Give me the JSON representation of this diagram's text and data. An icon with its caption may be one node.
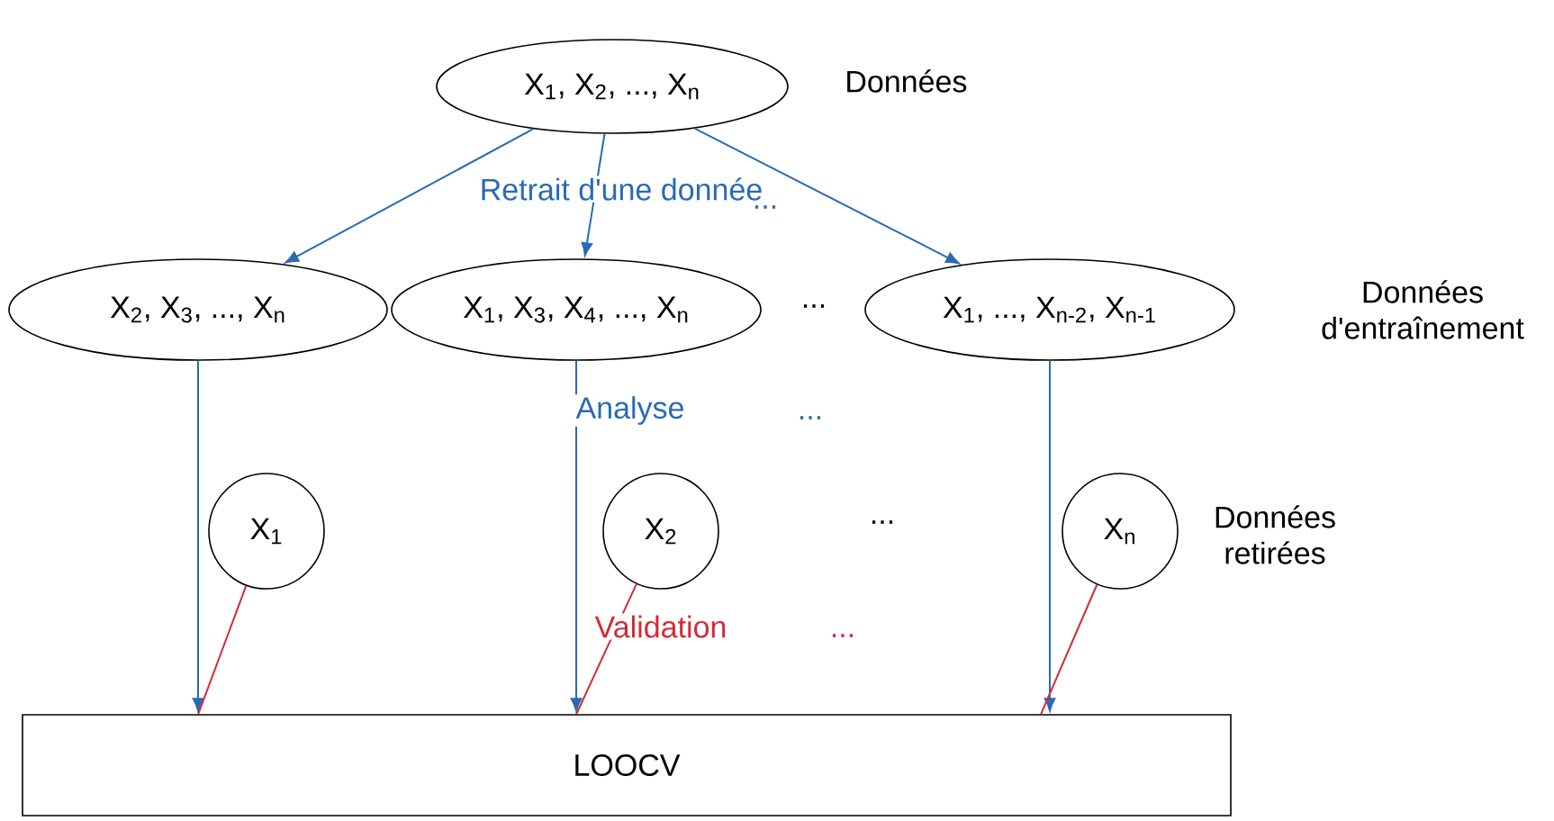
{
  "diagram": {
    "nodes": [
      {
        "text": [
          "X$_{1}$, X$_{2}$, ..., X$_{n}$"
        ],
        "beside": [
          "Données"
        ]
      },
      {
        "text": [
          "X$_{2}$, X$_{3}$, ..., X$_{n}$"
        ]
      },
      {
        "text": [
          "X$_{1}$, X$_{3}$, X$_{4}$, ..., X$_{n}$"
        ]
      },
      {
        "text": [
          "X$_{1}$, ..., X$_{n-2}$, X$_{n-1}$"
        ],
        "beside": [
          "Données d'entraînement"
        ]
      },
      {
        "text": [
          "X$_{1}$"
        ]
      },
      {
        "text": [
          "X$_{2}$"
        ]
      },
      {
        "text": [
          "X$_{n}$"
        ],
        "beside": [
          "Données retirées"
        ]
      },
      {
        "text": [
          "LOOCV"
        ]
      }
    ],
    "edges": [
      {
        "from": 0,
        "to": 1,
        "arrow": "to"
      },
      {
        "from": 0,
        "to": 2,
        "arrow": "to"
      },
      {
        "from": 0,
        "to": 3,
        "arrow": "to"
      },
      {
        "from": 1,
        "to": 7,
        "arrow": "to"
      },
      {
        "from": 2,
        "to": 7,
        "arrow": "to"
      },
      {
        "from": 3,
        "to": 7,
        "arrow": "to"
      },
      {
        "from": 4,
        "to": 7,
        "arrow": "none",
        "color": "#d42a35"
      },
      {
        "from": 5,
        "to": 7,
        "arrow": "none",
        "color": "#d42a35"
      },
      {
        "from": 6,
        "to": 7,
        "arrow": "none",
        "color": "#d42a35"
      }
    ],
    "labels": [
      "Retrait d'une donnée",
      "...",
      "...",
      "Analyse",
      "...",
      "...",
      "Validation",
      "..."
    ]
  }
}
